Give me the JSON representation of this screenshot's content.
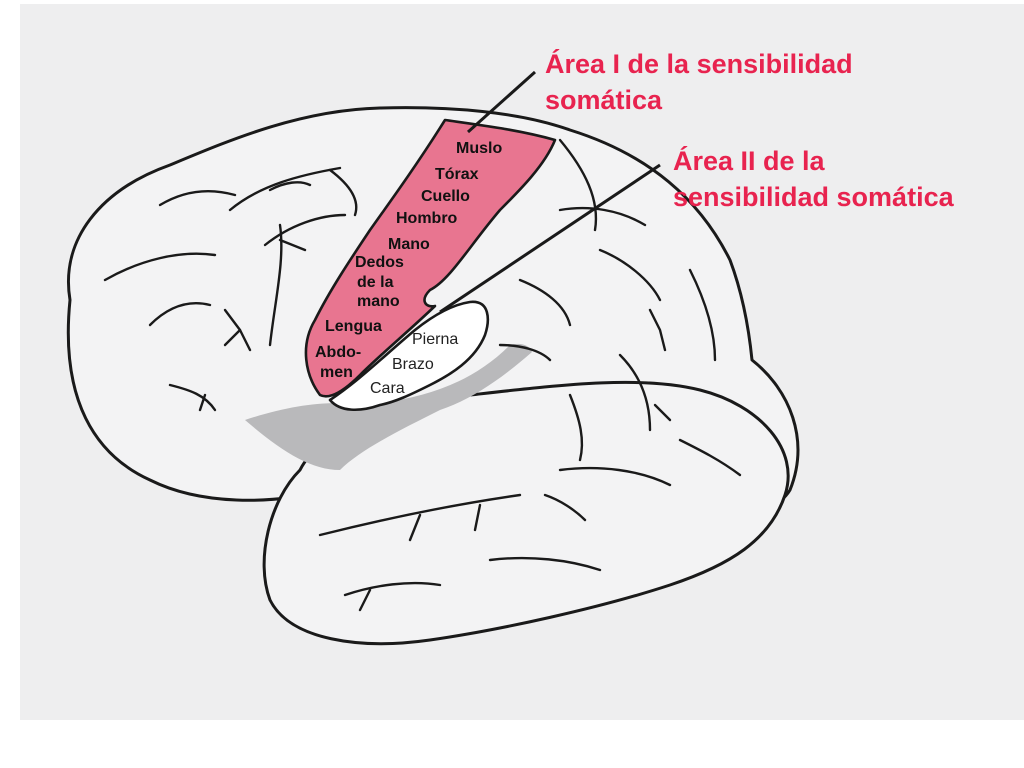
{
  "callouts": {
    "area_one_line1": "Área I de la sensibilidad",
    "area_one_line2": "somática",
    "area_two_line1": "Área II de la",
    "area_two_line2": "sensibilidad somática"
  },
  "area_one_labels": {
    "muslo": "Muslo",
    "torax": "Tórax",
    "cuello": "Cuello",
    "hombro": "Hombro",
    "mano": "Mano",
    "dedos": "Dedos",
    "de_la": "de la",
    "mano2": "mano",
    "lengua": "Lengua",
    "abdo": "Abdo-",
    "men": "men"
  },
  "area_two_labels": {
    "pierna": "Pierna",
    "brazo": "Brazo",
    "cara": "Cara"
  },
  "colors": {
    "callout_text": "#e8234f",
    "area_one_fill": "#e87590",
    "background": "#eeeeef"
  }
}
